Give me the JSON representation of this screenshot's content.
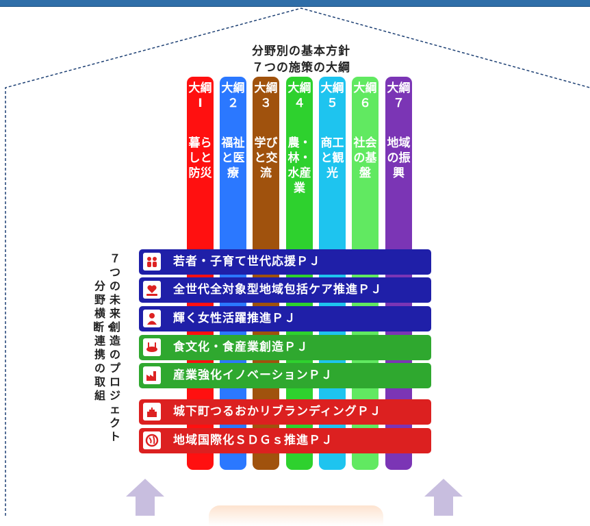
{
  "header": {
    "title_line1": "分野別の基本方針",
    "title_line2": "７つの施策の大綱"
  },
  "columns": [
    {
      "top": "大綱Ⅰ",
      "name": "暮らしと防災",
      "color": "#ff1010"
    },
    {
      "top": "大綱２",
      "name": "福祉と医療",
      "color": "#2b78ff"
    },
    {
      "top": "大綱３",
      "name": "学びと交流",
      "color": "#a0520d"
    },
    {
      "top": "大綱４",
      "name": "農・林・水産業",
      "color": "#2ed12e"
    },
    {
      "top": "大綱５",
      "name": "商工と観光",
      "color": "#1ec4ef"
    },
    {
      "top": "大綱６",
      "name": "社会の基盤",
      "color": "#61e961"
    },
    {
      "top": "大綱７",
      "name": "地域の振興",
      "color": "#7b35b5"
    }
  ],
  "sidebar": {
    "line1": "７つの未来創造のプロジェクト",
    "line2": "分野横断・連携の取組"
  },
  "projects": [
    {
      "label": "若者・子育て世代応援ＰＪ",
      "icon": "family-icon",
      "color": "#1f1fa8"
    },
    {
      "label": "全世代全対象型地域包括ケア推進ＰＪ",
      "icon": "heart-hands-icon",
      "color": "#1f1fa8"
    },
    {
      "label": "輝く女性活躍推進ＰＪ",
      "icon": "woman-icon",
      "color": "#1f1fa8"
    },
    {
      "label": "食文化・食産業創造ＰＪ",
      "icon": "food-icon",
      "color": "#2fa82f"
    },
    {
      "label": "産業強化イノベーションＰＪ",
      "icon": "factory-icon",
      "color": "#2fa82f"
    },
    {
      "label": "城下町つるおかリブランディングＰＪ",
      "icon": "castle-icon",
      "color": "#dc2020"
    },
    {
      "label": "地域国際化ＳＤＧｓ推進ＰＪ",
      "icon": "globe-icon",
      "color": "#dc2020"
    }
  ],
  "colors": {
    "frame": "#2f6ea8",
    "arrow": "#c8bedf"
  }
}
